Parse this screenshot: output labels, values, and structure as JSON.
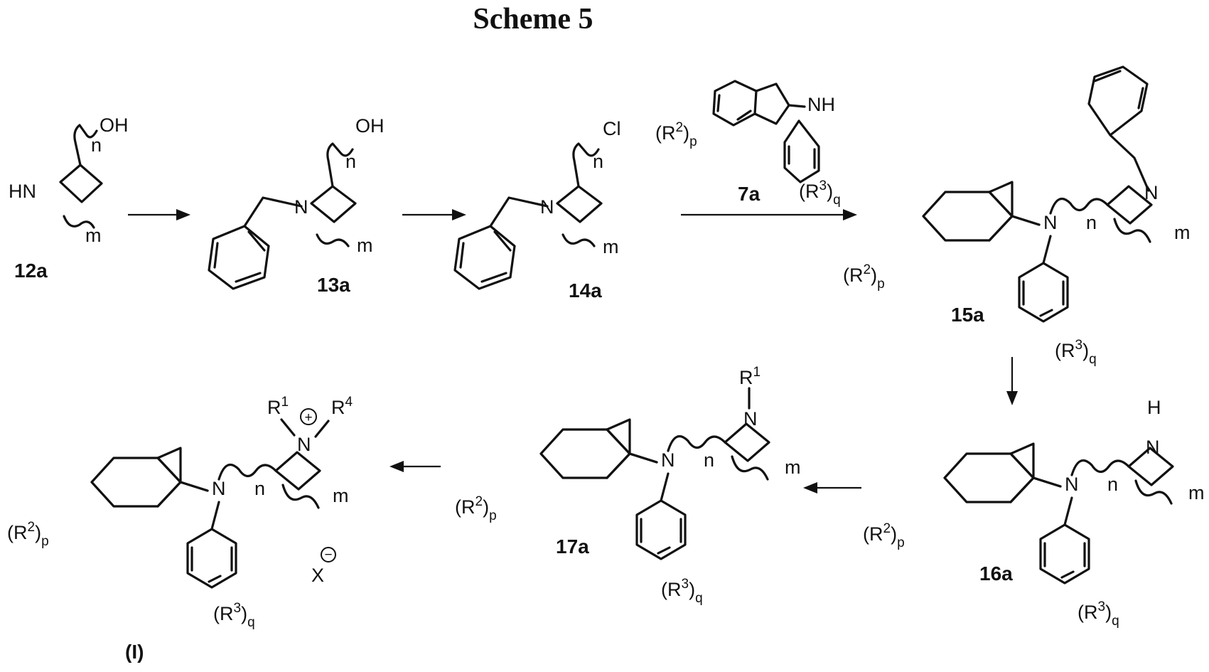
{
  "title": "Scheme 5",
  "compounds": {
    "c12a": "12a",
    "c13a": "13a",
    "c14a": "14a",
    "c7a": "7a",
    "c15a": "15a",
    "c16a": "16a",
    "c17a": "17a",
    "cI": "(I)"
  },
  "atoms": {
    "OH": "OH",
    "HN": "HN",
    "NH": "NH",
    "N": "N",
    "H": "H",
    "Cl": "Cl",
    "R": "R",
    "X": "X",
    "open": "(",
    "close": ")",
    "n": "n",
    "m": "m",
    "p": "p",
    "q": "q",
    "one": "1",
    "two": "2",
    "three": "3",
    "four": "4"
  },
  "charges": {
    "plus": "+",
    "minus": "−"
  },
  "reagent": {
    "compound": "7a",
    "groups": [
      "(R2)p",
      "(R3)q"
    ]
  }
}
